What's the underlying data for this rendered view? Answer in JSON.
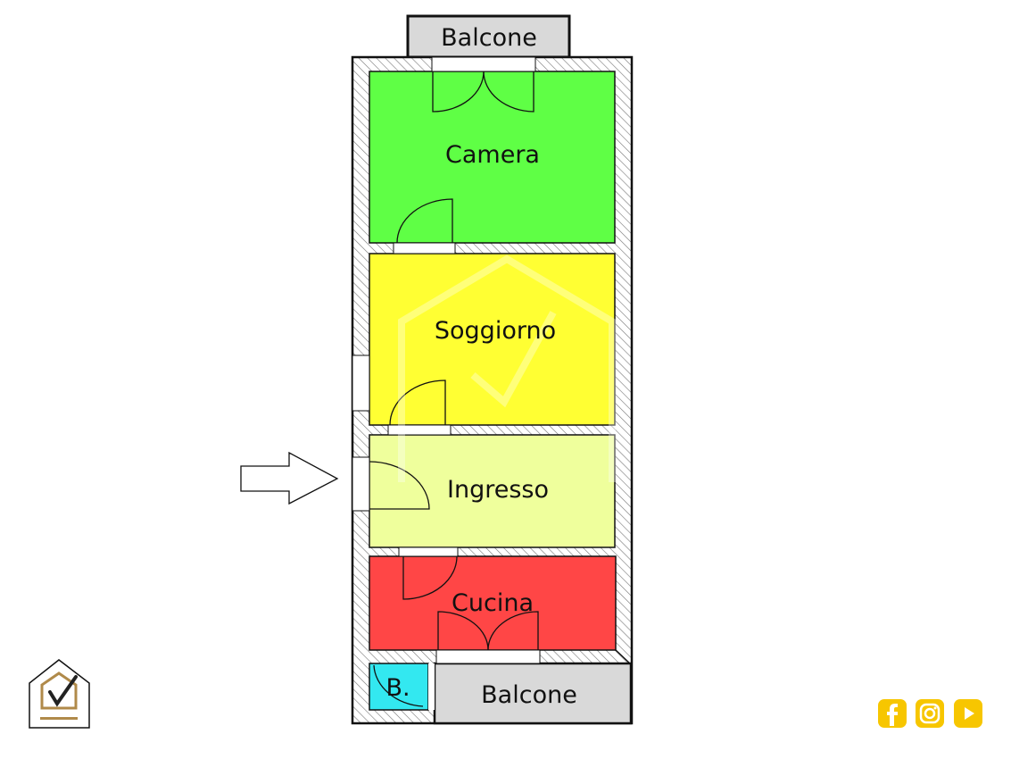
{
  "rooms": {
    "camera": "Camera",
    "soggiorno": "Soggiorno",
    "ingresso": "Ingresso",
    "cucina": "Cucina",
    "bagno": "B.",
    "balcone_top": "Balcone",
    "balcone_bottom": "Balcone"
  },
  "colors": {
    "camera": "#5fff45",
    "soggiorno": "#ffff33",
    "ingresso": "#efff9c",
    "cucina": "#ff4646",
    "bagno": "#33e8f0",
    "balcone": "#d9d9d9",
    "brand_gold": "#b08a4a",
    "social": "#f7c600"
  },
  "icons": [
    "logo-house-check",
    "facebook-icon",
    "instagram-icon",
    "youtube-icon",
    "entrance-arrow"
  ]
}
